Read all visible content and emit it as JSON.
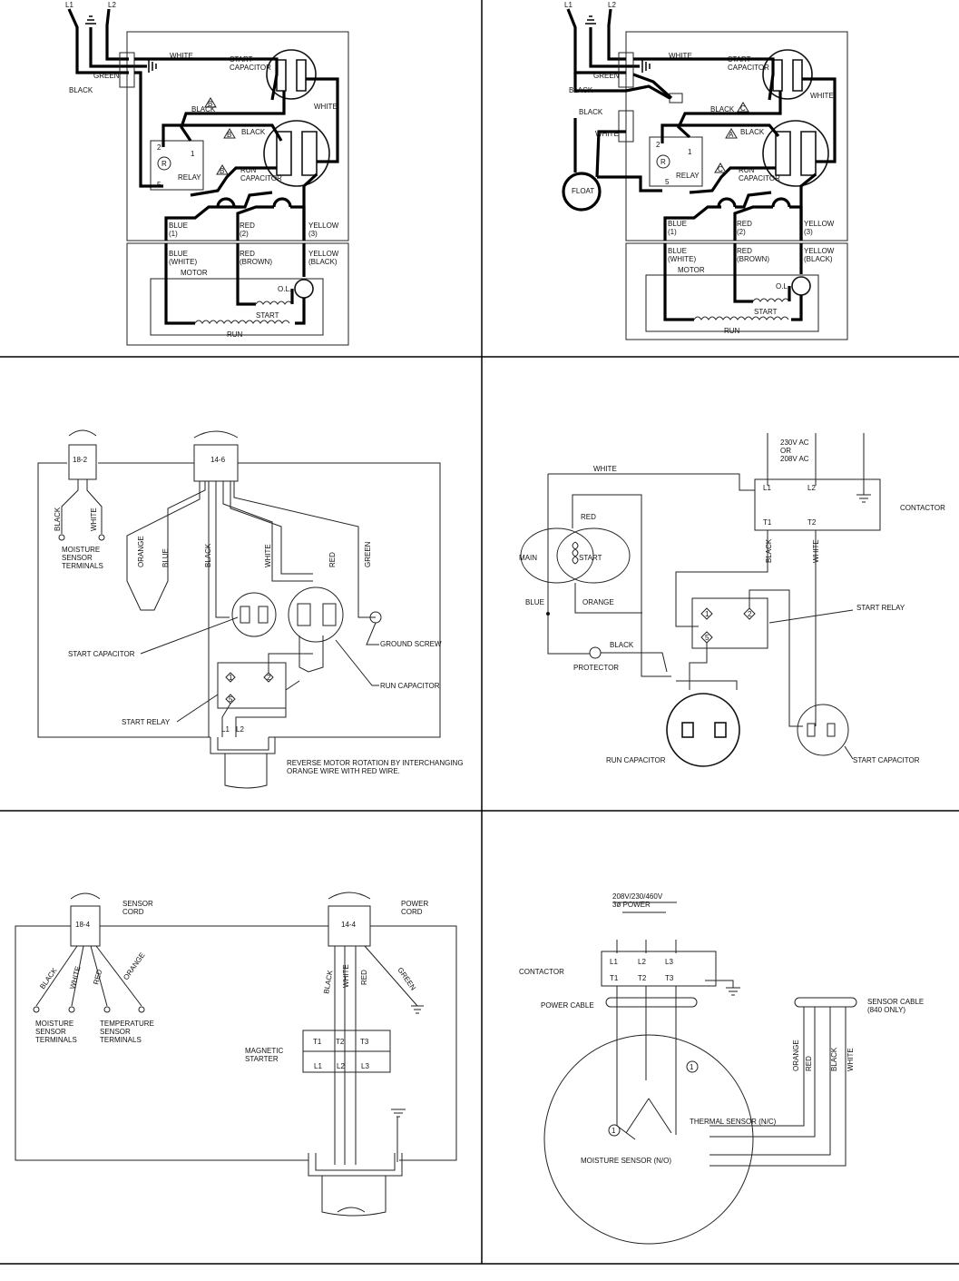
{
  "panel1": {
    "labels": {
      "l1": "L1",
      "l2": "L2",
      "white": "WHITE",
      "green": "GREEN",
      "black": "BLACK",
      "start_capacitor": "START\nCAPACITOR",
      "white2": "WHITE",
      "black_b": "BLACK",
      "black_a": "BLACK",
      "relay": "RELAY",
      "run_capacitor": "RUN\nCAPACITOR",
      "t2": "2",
      "t1": "1",
      "t5": "5",
      "r": "R",
      "badge_b1": "B",
      "badge_b2": "B",
      "badge_b3": "B",
      "blue": "BLUE\n(1)",
      "red": "RED\n(2)",
      "yellow": "YELLOW\n(3)",
      "blue_white": "BLUE\n(WHITE)",
      "red_brown": "RED\n(BROWN)",
      "yellow_black": "YELLOW\n(BLACK)",
      "motor": "MOTOR",
      "ol": "O.L.",
      "start": "START",
      "run": "RUN"
    }
  },
  "panel2": {
    "labels": {
      "l1": "L1",
      "l2": "L2",
      "white": "WHITE",
      "green": "GREEN",
      "black": "BLACK",
      "black2": "BLACK",
      "white3": "WHITE",
      "float": "FLOAT",
      "start_capacitor": "START\nCAPACITOR",
      "white2": "WHITE",
      "black_c": "BLACK",
      "black_a": "BLACK",
      "relay": "RELAY",
      "run_capacitor": "RUN\nCAPACITOR",
      "t2": "2",
      "t1": "1",
      "t5": "5",
      "r": "R",
      "badge_c1": "C",
      "badge_c2": "C",
      "badge_a": "A",
      "blue": "BLUE\n(1)",
      "red": "RED\n(2)",
      "yellow": "YELLOW\n(3)",
      "blue_white": "BLUE\n(WHITE)",
      "red_brown": "RED\n(BROWN)",
      "yellow_black": "YELLOW\n(BLACK)",
      "motor": "MOTOR",
      "ol": "O.L.",
      "start": "START",
      "run": "RUN"
    }
  },
  "panel3": {
    "labels": {
      "cord_a": "18-2",
      "cord_b": "14-6",
      "black": "BLACK",
      "white": "WHITE",
      "moisture": "MOISTURE\nSENSOR\nTERMINALS",
      "orange": "ORANGE",
      "blue": "BLUE",
      "black2": "BLACK",
      "white2": "WHITE",
      "red": "RED",
      "green": "GREEN",
      "start_capacitor": "START CAPACITOR",
      "ground_screw": "GROUND SCREW",
      "run_capacitor": "RUN CAPACITOR",
      "start_relay": "START RELAY",
      "l1": "L1",
      "l2": "L2",
      "t1": "1",
      "t2": "2",
      "t5": "5",
      "note": "REVERSE MOTOR ROTATION BY INTERCHANGING\nORANGE WIRE WITH RED WIRE."
    }
  },
  "panel4": {
    "labels": {
      "voltage": "230V AC\nOR\n208V AC",
      "l1": "L1",
      "l2": "L2",
      "t1": "T1",
      "t2": "T2",
      "contactor": "CONTACTOR",
      "white": "WHITE",
      "red": "RED",
      "main": "MAIN",
      "start": "START",
      "blue": "BLUE",
      "orange": "ORANGE",
      "black": "BLACK",
      "white2": "WHITE",
      "start_relay": "START RELAY",
      "black2": "BLACK",
      "protector": "PROTECTOR",
      "run_capacitor": "RUN CAPACITOR",
      "start_capacitor": "START CAPACITOR",
      "r1": "1",
      "r2": "2",
      "r5": "5"
    }
  },
  "panel5": {
    "labels": {
      "cord_a": "18-4",
      "sensor_cord": "SENSOR\nCORD",
      "cord_b": "14-4",
      "power_cord": "POWER\nCORD",
      "black": "BLACK",
      "white": "WHITE",
      "red": "RED",
      "orange": "ORANGE",
      "moisture": "MOISTURE\nSENSOR\nTERMINALS",
      "temperature": "TEMPERATURE\nSENSOR\nTERMINALS",
      "black2": "BLACK",
      "white2": "WHITE",
      "red2": "RED",
      "green": "GREEN",
      "magnetic": "MAGNETIC\nSTARTER",
      "t1": "T1",
      "t2": "T2",
      "t3": "T3",
      "l1": "L1",
      "l2": "L2",
      "l3": "L3"
    }
  },
  "panel6": {
    "labels": {
      "power": "208V/230/460V\n3ø POWER",
      "contactor": "CONTACTOR",
      "l1": "L1",
      "l2": "L2",
      "l3": "L3",
      "t1": "T1",
      "t2": "T2",
      "t3": "T3",
      "power_cable": "POWER CABLE",
      "sensor_cable": "SENSOR CABLE\n(840 ONLY)",
      "orange": "ORANGE",
      "red": "RED",
      "black": "BLACK",
      "white": "WHITE",
      "num1a": "1",
      "num1b": "1",
      "thermal": "THERMAL SENSOR (N/C)",
      "moisture": "MOISTURE SENSOR (N/O)"
    }
  }
}
